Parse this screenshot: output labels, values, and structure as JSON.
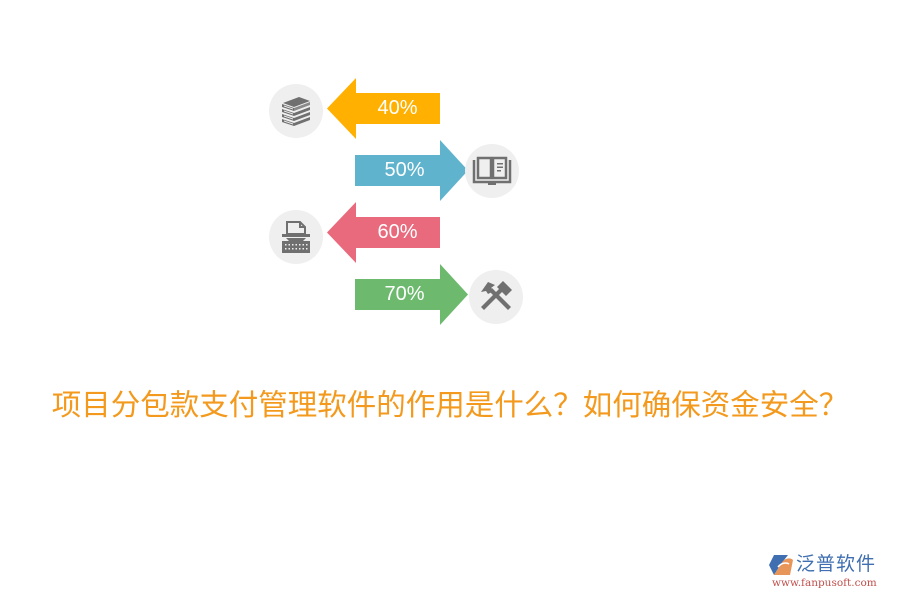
{
  "infographic": {
    "items": [
      {
        "label": "40%",
        "direction": "left",
        "color": "#FFB000",
        "icon": "books-stack-icon"
      },
      {
        "label": "50%",
        "direction": "right",
        "color": "#5FB3CD",
        "icon": "open-book-icon"
      },
      {
        "label": "60%",
        "direction": "left",
        "color": "#E86A7C",
        "icon": "typewriter-icon"
      },
      {
        "label": "70%",
        "direction": "right",
        "color": "#6DB96E",
        "icon": "crossed-hammers-icon"
      }
    ],
    "icon_circle_color": "#EFEFEF",
    "icon_color": "#707070"
  },
  "title": {
    "text": "项目分包款支付管理软件的作用是什么？如何确保资金安全？",
    "color": "#F39A1E"
  },
  "brand": {
    "name": "泛普软件",
    "url": "www.fanpusoft.com"
  }
}
